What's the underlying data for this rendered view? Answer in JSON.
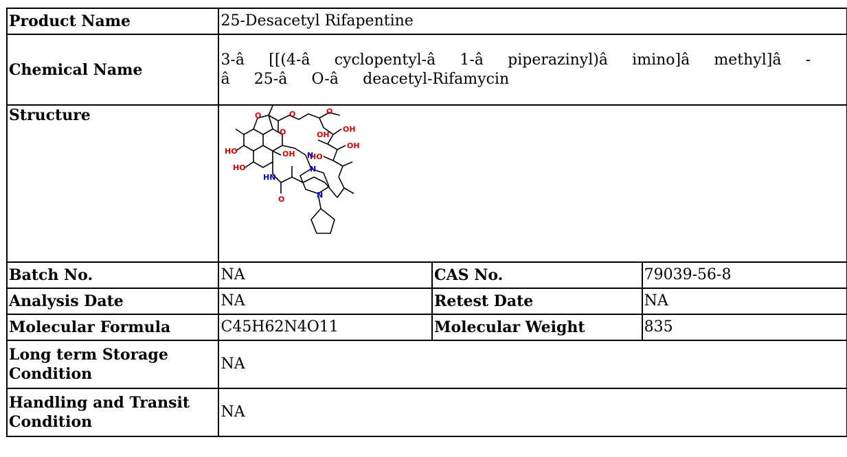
{
  "product": {
    "label": "Product Name",
    "value": "25-Desacetyl Rifapentine"
  },
  "chemical": {
    "label": "Chemical Name",
    "value": "3-â[[(4-âcyclopentyl-â1-âpiperazinyl)âimino]âmethyl]â-â25-âO-âdeacetyl-Rifamycin"
  },
  "structure": {
    "label": "Structure",
    "atoms": {
      "o1": "O",
      "o2": "O",
      "o3": "O",
      "o4": "O",
      "oh1": "OH",
      "oh2": "OH",
      "oh3": "OH",
      "oh4": "HO",
      "oh5": "HO",
      "oh6": "OH",
      "oh7": "HO",
      "n1": "N",
      "n2": "N",
      "n3": "N",
      "hn": "HN",
      "o5": "O"
    }
  },
  "batch": {
    "label": "Batch No.",
    "value": "NA"
  },
  "cas": {
    "label": "CAS No.",
    "value": "79039-56-8"
  },
  "analysis": {
    "label": "Analysis Date",
    "value": "NA"
  },
  "retest": {
    "label": "Retest Date",
    "value": "NA"
  },
  "formula": {
    "label": "Molecular Formula",
    "value": "C45H62N4O11"
  },
  "weight": {
    "label": "Molecular Weight",
    "value": "835"
  },
  "storage": {
    "label": "Long term Storage Condition",
    "value": "NA"
  },
  "handling": {
    "label": "Handling and Transit Condition",
    "value": "NA"
  },
  "colors": {
    "oxygen": "#e00000",
    "nitrogen": "#0000d0",
    "bond": "#000000"
  }
}
